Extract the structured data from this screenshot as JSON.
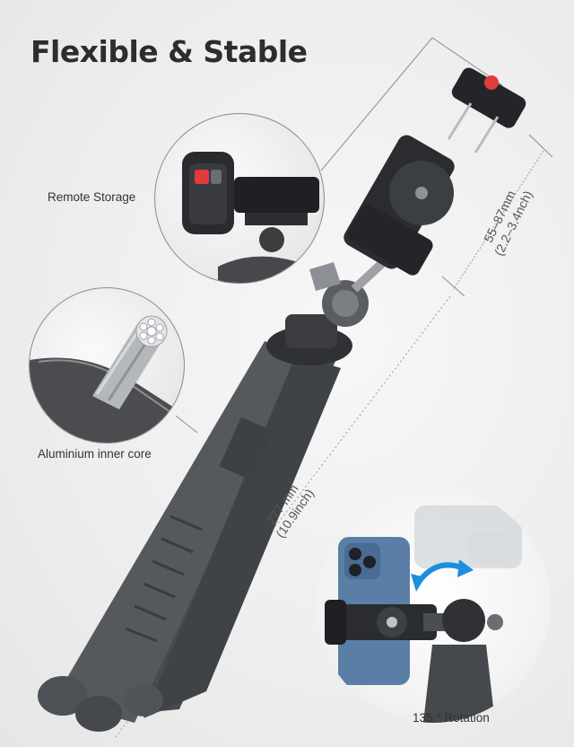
{
  "title": "Flexible & Stable",
  "callouts": {
    "remote_storage": "Remote Storage",
    "core": "Aluminium inner core",
    "rotation": "135 ° Rotation"
  },
  "dimensions": {
    "clamp_mm": "55–87mm",
    "clamp_inch": "(2.2–3.4nch)",
    "length_mm": "277 mm",
    "length_inch": "(10.9inch)"
  },
  "colors": {
    "tripod_body": "#4a4d52",
    "accent_red": "#e23b3b",
    "rotate_arrow": "#1e8fe0"
  },
  "icons": [
    "remote-icon",
    "cable-core-icon",
    "rotate-arrow-icon"
  ]
}
